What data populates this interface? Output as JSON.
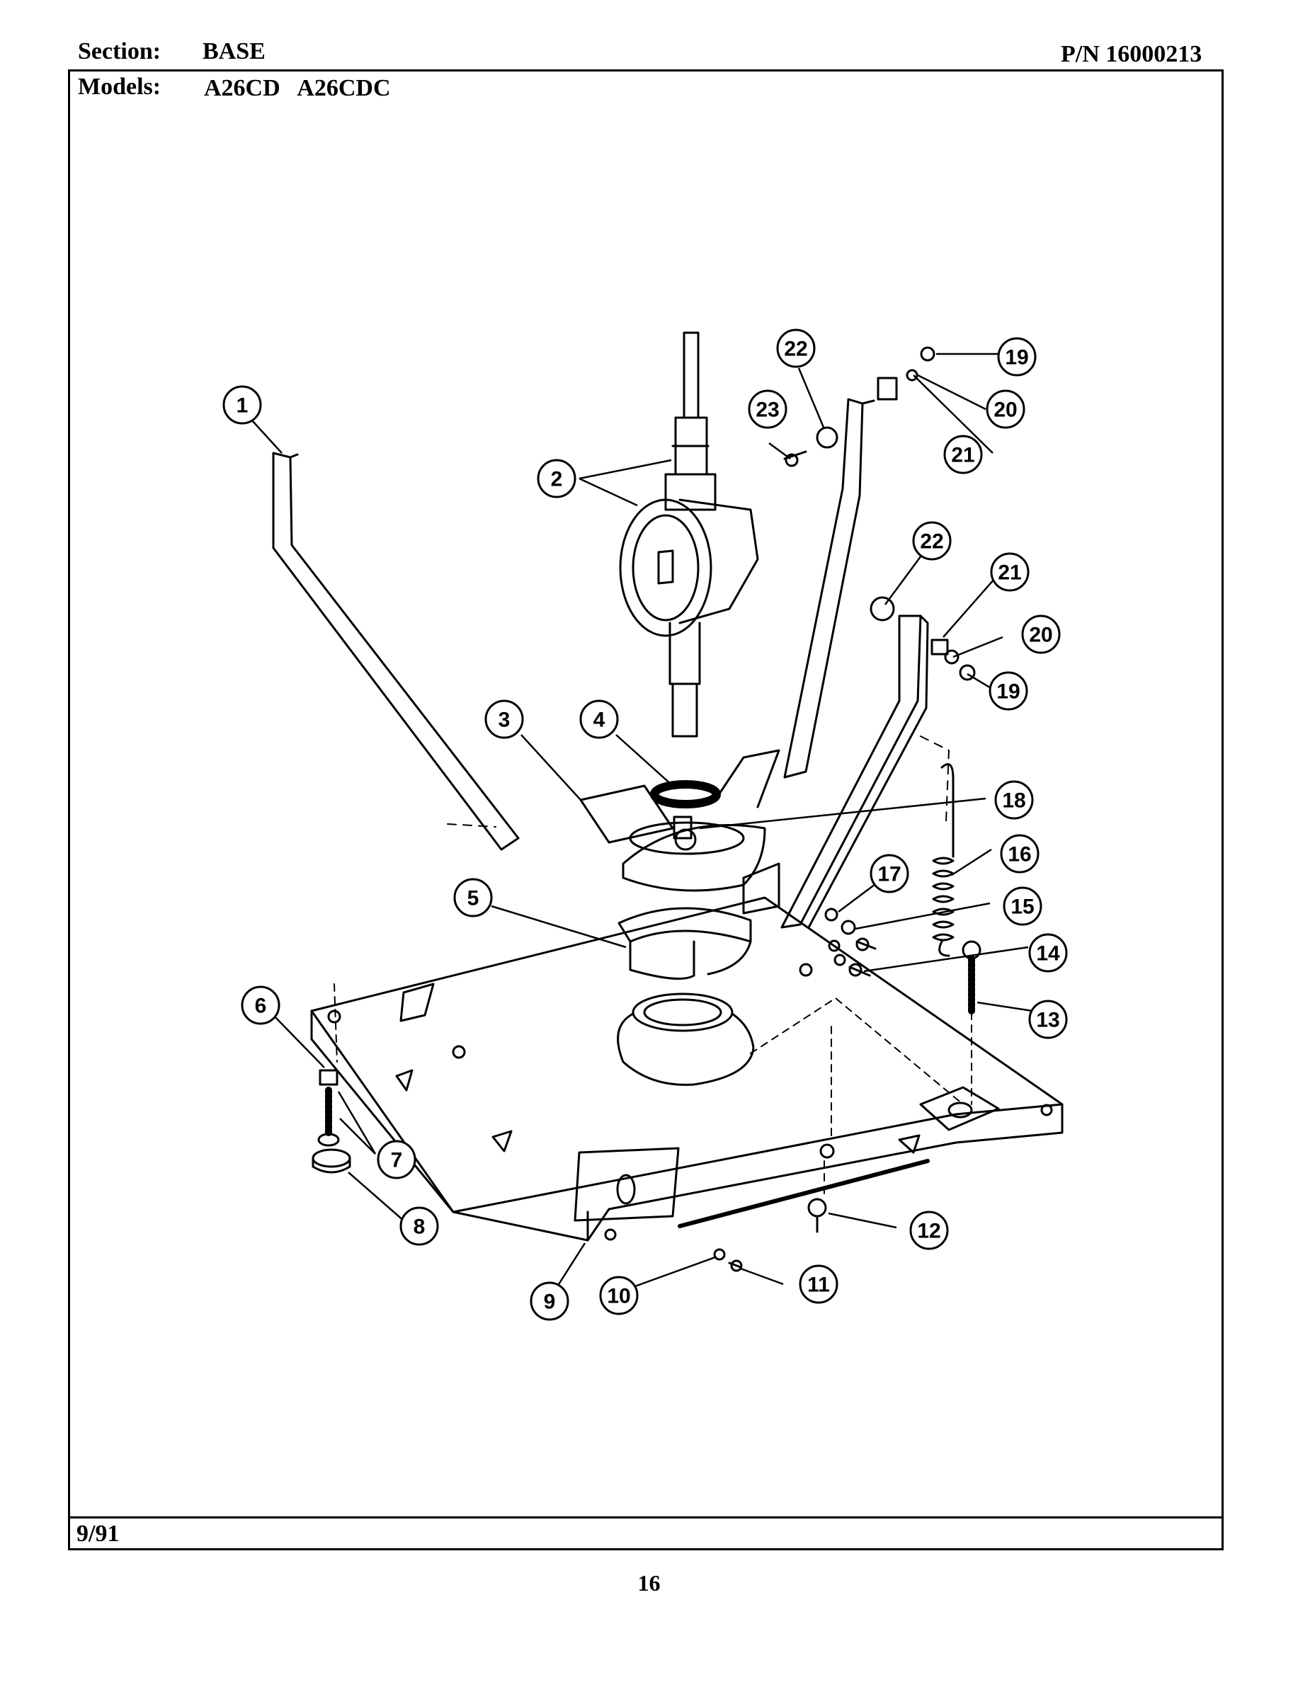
{
  "header": {
    "section_label": "Section:",
    "section_value": "BASE",
    "models_label": "Models:",
    "models_value": "A26CD   A26CDC",
    "part_number": "P/N 16000213"
  },
  "footer": {
    "date": "9/91",
    "page_number": "16"
  },
  "callouts": [
    "1",
    "2",
    "3",
    "4",
    "5",
    "6",
    "7",
    "8",
    "9",
    "10",
    "11",
    "12",
    "13",
    "14",
    "15",
    "16",
    "17",
    "18",
    "19",
    "20",
    "21",
    "22",
    "23"
  ]
}
